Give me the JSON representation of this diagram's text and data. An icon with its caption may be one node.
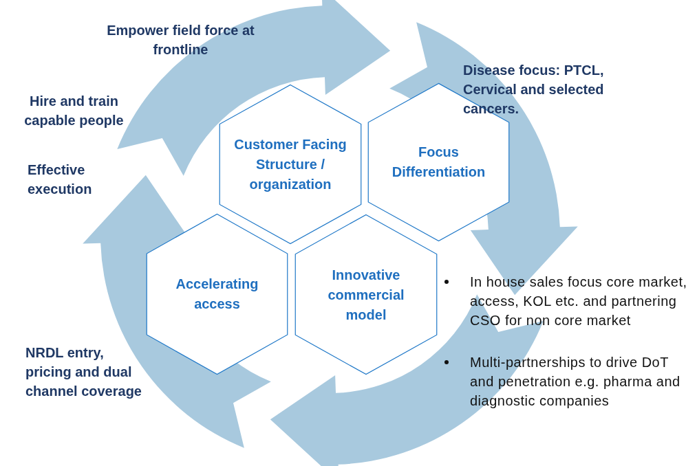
{
  "diagram": {
    "nodes": [
      {
        "text": [
          "Customer Facing Structure / organization"
        ]
      },
      {
        "text": [
          "Focus Differentiation"
        ]
      },
      {
        "text": [
          "Accelerating access"
        ]
      },
      {
        "text": [
          "Innovative commercial model"
        ]
      }
    ],
    "labels": [
      "Empower field force at frontline",
      "Disease focus: PTCL, Cervical and selected cancers.",
      "Hire and train capable people",
      "Effective execution",
      "In house sales focus core market, access, KOL etc. and partnering CSO for non core market",
      "Multi-partnerships to drive DoT and penetration e.g. pharma and diagnostic companies",
      "NRDL entry, pricing and dual channel coverage"
    ]
  }
}
